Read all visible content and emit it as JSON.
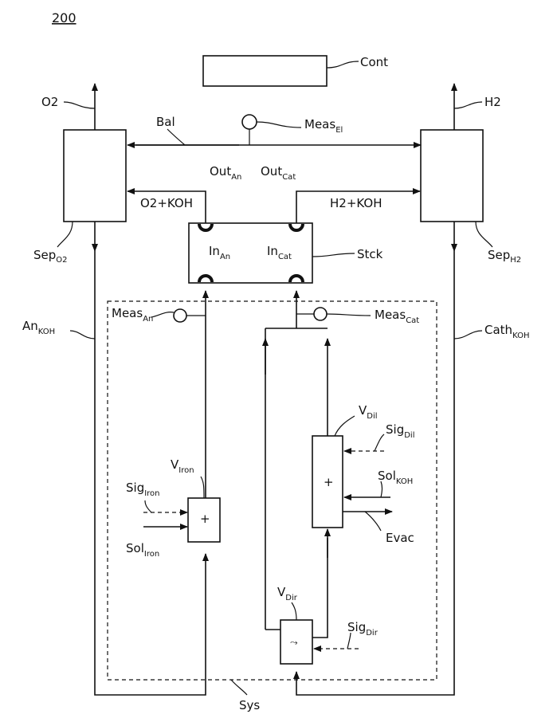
{
  "figure_number": "200",
  "labels": {
    "cont": "Cont",
    "o2": "O2",
    "h2": "H2",
    "bal": "Bal",
    "meas_el": {
      "main": "Meas",
      "sub": "El"
    },
    "o2_koh": "O2+KOH",
    "h2_koh": "H2+KOH",
    "out_an": {
      "main": "Out",
      "sub": "An"
    },
    "out_cat": {
      "main": "Out",
      "sub": "Cat"
    },
    "in_an": {
      "main": "In",
      "sub": "An"
    },
    "in_cat": {
      "main": "In",
      "sub": "Cat"
    },
    "stck": "Stck",
    "sep_o2": {
      "main": "Sep",
      "sub": "O2"
    },
    "sep_h2": {
      "main": "Sep",
      "sub": "H2"
    },
    "an_koh": {
      "main": "An",
      "sub": "KOH"
    },
    "cath_koh": {
      "main": "Cath",
      "sub": "KOH"
    },
    "meas_an": {
      "main": "Meas",
      "sub": "An"
    },
    "meas_cat": {
      "main": "Meas",
      "sub": "Cat"
    },
    "v_dil": {
      "main": "V",
      "sub": "Dil"
    },
    "sig_dil": {
      "main": "Sig",
      "sub": "Dil"
    },
    "sol_koh": {
      "main": "Sol",
      "sub": "KOH"
    },
    "evac": "Evac",
    "v_iron": {
      "main": "V",
      "sub": "Iron"
    },
    "sig_iron": {
      "main": "Sig",
      "sub": "Iron"
    },
    "sol_iron": {
      "main": "Sol",
      "sub": "Iron"
    },
    "v_dir": {
      "main": "V",
      "sub": "Dir"
    },
    "sig_dir": {
      "main": "Sig",
      "sub": "Dir"
    },
    "sys": "Sys",
    "plus_iron": "+",
    "plus_dil": "+",
    "dir_symbol": "⤳"
  }
}
